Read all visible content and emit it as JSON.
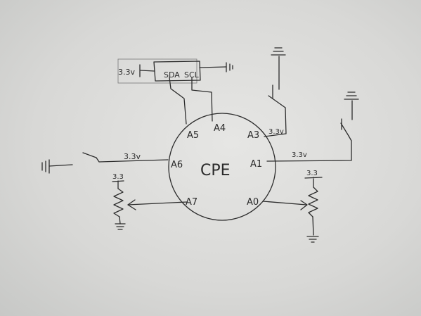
{
  "sensor": {
    "supply": "3.3v",
    "sda": "SDA",
    "scl": "SCL"
  },
  "cpe": {
    "label": "CPE",
    "pins": {
      "a0": "A0",
      "a1": "A1",
      "a3": "A3",
      "a4": "A4",
      "a5": "A5",
      "a6": "A6",
      "a7": "A7"
    }
  },
  "left_switch": {
    "supply": "3.3v"
  },
  "left_resistor": {
    "supply": "3.3"
  },
  "a3_button": {
    "supply": "3.3v"
  },
  "a1_button": {
    "supply": "3.3v"
  },
  "right_resistor": {
    "supply": "3.3"
  }
}
